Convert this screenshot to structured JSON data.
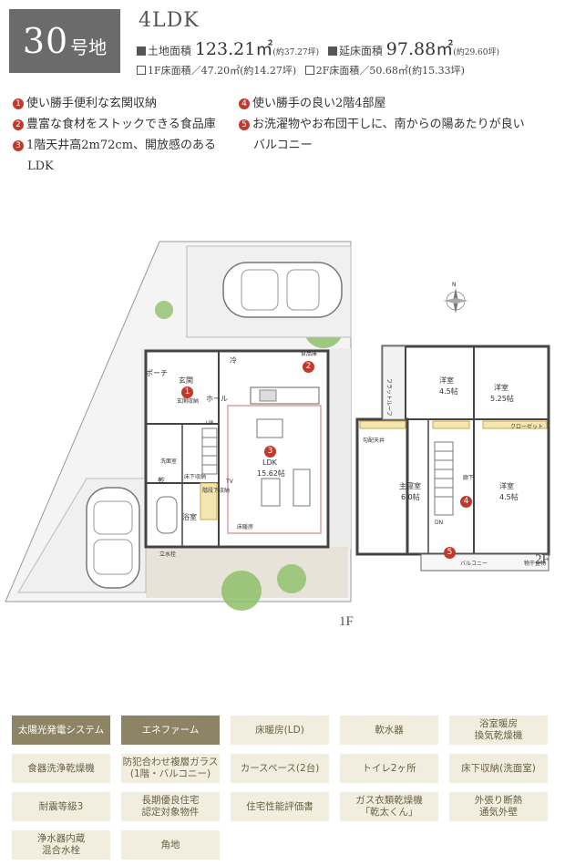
{
  "header": {
    "lot_number": "30",
    "lot_suffix": "号地",
    "layout_type": "4LDK",
    "land_area_label": "土地面積",
    "land_area_value": "123.21㎡",
    "land_area_tsubo": "(約37.27坪)",
    "floor_area_label": "延床面積",
    "floor_area_value": "97.88㎡",
    "floor_area_tsubo": "(約29.60坪)",
    "first_floor_area": "1F床面積／47.20㎡(約14.27坪)",
    "second_floor_area": "2F床面積／50.68㎡(約15.33坪)"
  },
  "features": [
    {
      "num": "1",
      "text": "使い勝手便利な玄関収納"
    },
    {
      "num": "2",
      "text": "豊富な食材をストックできる食品庫"
    },
    {
      "num": "3",
      "text": "1階天井高2m72cm、開放感のある",
      "cont": "LDK"
    },
    {
      "num": "4",
      "text": "使い勝手の良い2階4部屋"
    },
    {
      "num": "5",
      "text": "お洗濯物やお布団干しに、南からの陽あたりが良い",
      "cont": "バルコニー"
    }
  ],
  "plan_1f": {
    "floor_label": "1F",
    "rooms": {
      "porch": "ポーチ",
      "entrance": "玄関",
      "entrance_storage": "玄関収納",
      "hall": "ホール",
      "fridge": "冷",
      "pantry": "食品庫",
      "ldk": "LDK",
      "ldk_size": "15.62帖",
      "washroom": "洗面室",
      "dryer": "乾",
      "floor_storage": "床下収納",
      "stair_storage": "階段下収納",
      "bath": "浴室",
      "tv": "TV",
      "heating": "床暖房",
      "up": "UP",
      "faucet": "立水栓"
    },
    "markers": [
      "1",
      "2",
      "3"
    ]
  },
  "plan_2f": {
    "floor_label": "2F",
    "rooms": {
      "western1": "洋室",
      "western1_size": "4.5帖",
      "western2": "洋室",
      "western2_size": "5.25帖",
      "western3": "洋室",
      "western3_size": "4.5帖",
      "master": "主寝室",
      "master_size": "6.0帖",
      "hallway": "廊下",
      "balcony": "バルコニー",
      "closet": "クローゼット",
      "flat_roof": "フラットルーフ",
      "vaulted": "勾配天井",
      "dn": "DN",
      "laundry": "物干金物"
    },
    "markers": [
      "4",
      "5"
    ]
  },
  "compass": "N",
  "colors": {
    "marker": "#c0392b",
    "tag_active": "#8d8466",
    "tag": "#f1eedf",
    "badge": "#6b6b6b",
    "grass": "#8fbf6a"
  },
  "tags": [
    {
      "label": "太陽光発電システム",
      "active": true
    },
    {
      "label": "エネファーム",
      "active": true
    },
    {
      "label": "床暖房(LD)",
      "active": false
    },
    {
      "label": "軟水器",
      "active": false
    },
    {
      "label": "浴室暖房\n換気乾燥機",
      "active": false
    },
    {
      "label": "食器洗浄乾燥機",
      "active": false
    },
    {
      "label": "防犯合わせ複層ガラス\n(1階・バルコニー)",
      "active": false
    },
    {
      "label": "カースペース(2台)",
      "active": false
    },
    {
      "label": "トイレ2ヶ所",
      "active": false
    },
    {
      "label": "床下収納(洗面室)",
      "active": false
    },
    {
      "label": "耐震等級3",
      "active": false
    },
    {
      "label": "長期優良住宅\n認定対象物件",
      "active": false
    },
    {
      "label": "住宅性能評価書",
      "active": false
    },
    {
      "label": "ガス衣類乾燥機\n「乾太くん」",
      "active": false
    },
    {
      "label": "外張り断熱\n通気外壁",
      "active": false
    },
    {
      "label": "浄水器内蔵\n混合水栓",
      "active": false
    },
    {
      "label": "角地",
      "active": false
    }
  ]
}
